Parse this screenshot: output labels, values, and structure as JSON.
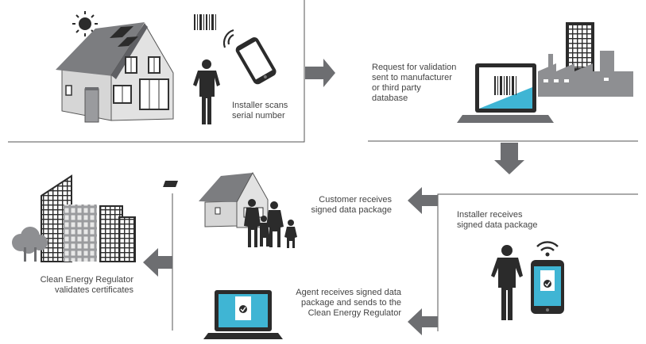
{
  "steps": {
    "installer_scans": [
      "Installer scans",
      "serial number"
    ],
    "request_validation": [
      "Request for validation",
      "sent to manufacturer",
      "or third party",
      "database"
    ],
    "installer_receives": [
      "Installer receives",
      "signed data package"
    ],
    "customer_receives": [
      "Customer receives",
      "signed data package"
    ],
    "agent_receives": [
      "Agent receives signed data",
      "package and sends to the",
      "Clean Energy Regulator"
    ],
    "regulator_validates": [
      "Clean Energy Regulator",
      "validates certificates"
    ]
  },
  "colors": {
    "arrow": "#6d6e71",
    "line": "#555555",
    "house_roof": "#7c7d80",
    "house_wall": "#d6d6d6",
    "silhouette": "#2b2b2b",
    "screen_blue": "#3fb5d4",
    "factory": "#8e8f92"
  },
  "icons": [
    "house-solar-icon",
    "barcode-icon",
    "phone-wifi-icon",
    "person-installer-icon",
    "laptop-barcode-icon",
    "factory-icon",
    "family-icon",
    "phone-certificate-icon",
    "laptop-certificate-icon",
    "city-buildings-icon"
  ]
}
